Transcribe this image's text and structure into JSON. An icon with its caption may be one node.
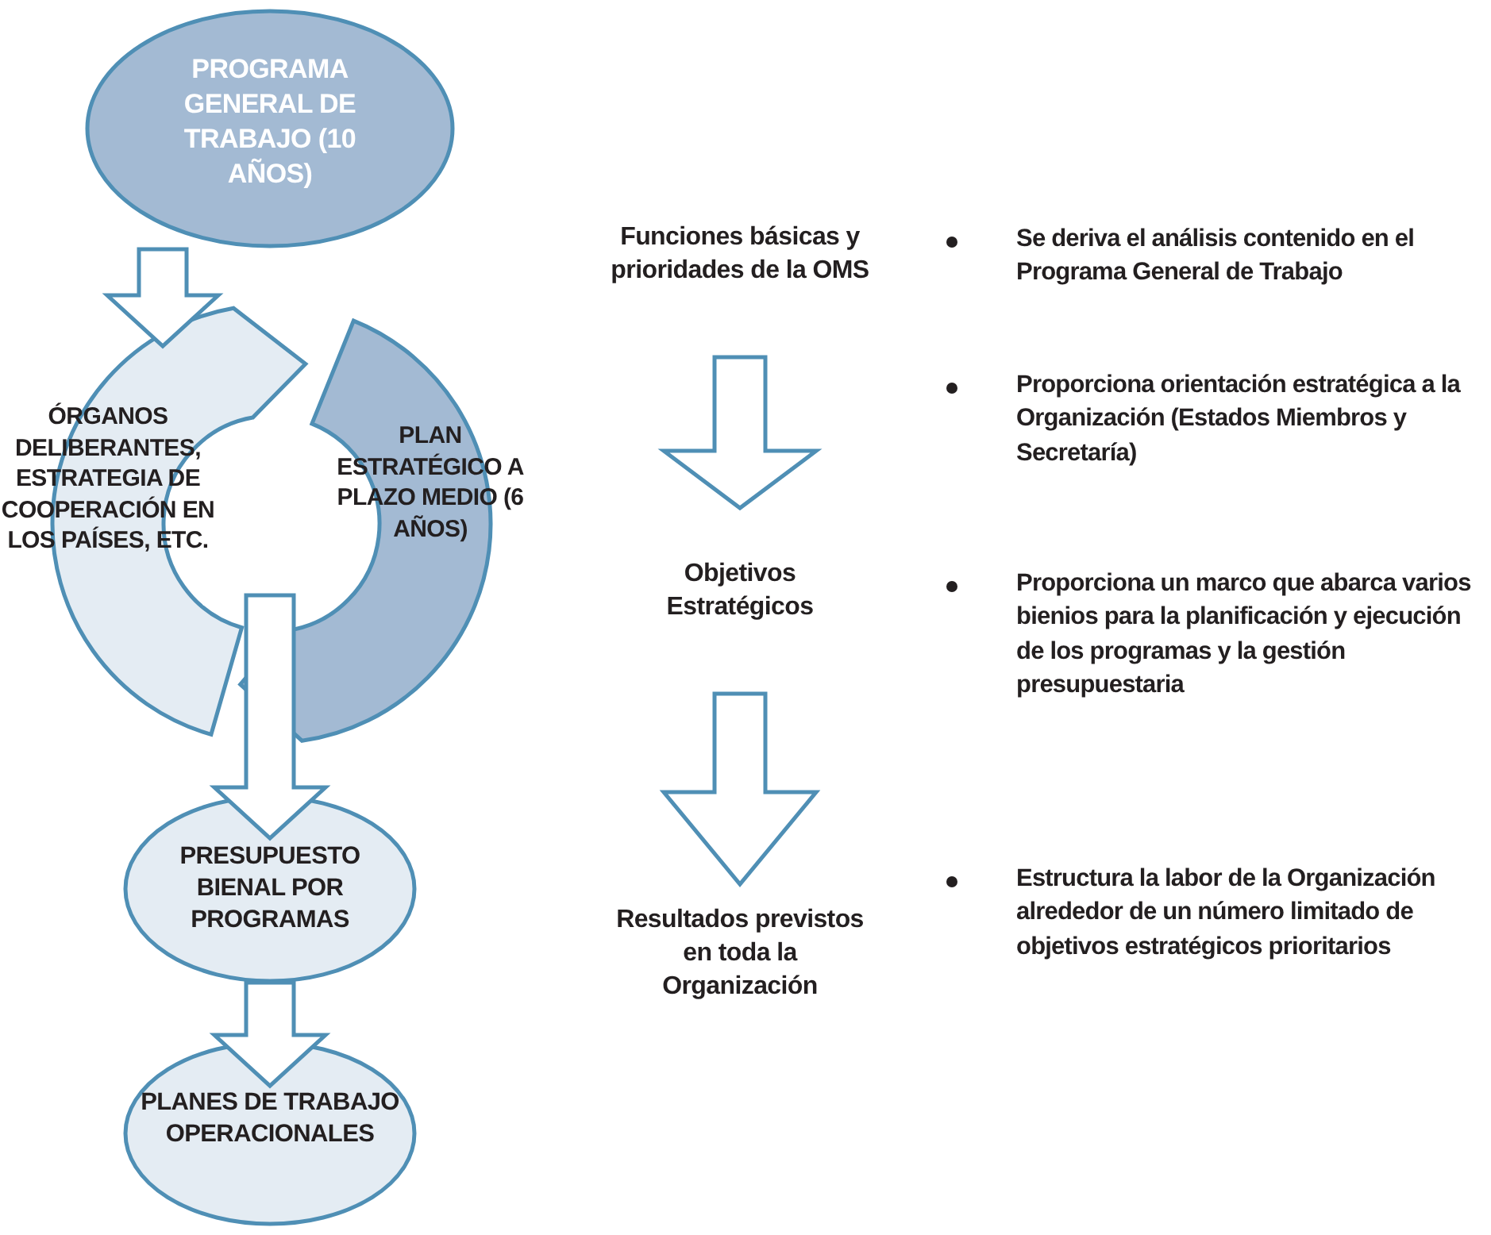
{
  "diagram": {
    "nodes": [
      {
        "text": [
          "PROGRAMA GENERAL DE TRABAJO (10 AÑOS)"
        ]
      },
      {
        "text": [
          "ÓRGANOS DELIBERANTES, ESTRATEGIA DE COOPERACIÓN EN LOS PAÍSES, ETC."
        ]
      },
      {
        "text": [
          "PLAN ESTRATÉGICO A PLAZO MEDIO (6 AÑOS)"
        ]
      },
      {
        "text": [
          "PRESUPUESTO BIENAL POR PROGRAMAS"
        ]
      },
      {
        "text": [
          "PLANES DE TRABAJO OPERACIONALES"
        ]
      },
      {
        "text": [
          "Funciones básicas y prioridades de la OMS"
        ]
      },
      {
        "text": [
          "Objetivos Estratégicos"
        ]
      },
      {
        "text": [
          "Resultados previstos en toda la Organización"
        ]
      }
    ],
    "edges": [
      {
        "from": 0,
        "to": 1,
        "arrow": "to"
      },
      {
        "from": 2,
        "to": 3,
        "arrow": "to"
      },
      {
        "from": 3,
        "to": 4,
        "arrow": "to"
      },
      {
        "from": 5,
        "to": 6,
        "arrow": "to"
      },
      {
        "from": 6,
        "to": 7,
        "arrow": "to"
      }
    ],
    "labels": [
      "Se deriva el análisis contenido en el Programa General de Trabajo",
      "Proporciona orientación estratégica a la Organización (Estados Miembros y Secretaría)",
      "Proporciona un marco que abarca varios bienios para la planificación y ejecución de los programas y la gestión presupuestaria",
      "Estructura la labor de la Organización alrededor de un número limitado de objetivos estratégicos prioritarios"
    ]
  }
}
